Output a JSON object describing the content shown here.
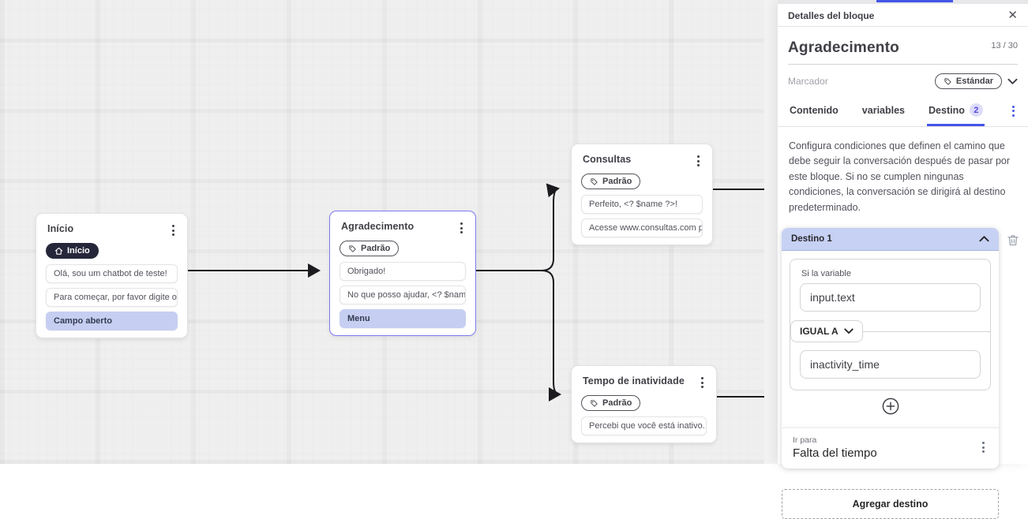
{
  "colors": {
    "accent": "#4355e9",
    "highlight_item": "#c6cff1",
    "selected_node_border": "#7c79ef",
    "destino_header_bg": "#c7d1f4",
    "edge": "#1b1b1f"
  },
  "canvas": {
    "nodes": [
      {
        "id": "inicio",
        "title": "Início",
        "badge": "Início",
        "items": [
          {
            "text": "Olá, sou um chatbot de teste!",
            "highlight": false
          },
          {
            "text": "Para começar, por favor digite o ...",
            "highlight": false
          },
          {
            "text": "Campo aberto",
            "highlight": true
          }
        ]
      },
      {
        "id": "agradecimento",
        "title": "Agradecimento",
        "badge": "Padrão",
        "selected": true,
        "items": [
          {
            "text": "Obrigado!",
            "highlight": false
          },
          {
            "text": "No que posso ajudar, <? $name ...",
            "highlight": false
          },
          {
            "text": "Menu",
            "highlight": true
          }
        ]
      },
      {
        "id": "consultas",
        "title": "Consultas",
        "badge": "Padrão",
        "items": [
          {
            "text": "Perfeito, <? $name ?>!",
            "highlight": false
          },
          {
            "text": "Acesse www.consultas.com par...",
            "highlight": false
          }
        ]
      },
      {
        "id": "tempo-de-inatividade",
        "title": "Tempo de inatividade",
        "badge": "Padrão",
        "items": [
          {
            "text": "Percebi que você está inativo. C...",
            "highlight": false
          }
        ]
      }
    ]
  },
  "panel": {
    "header": {
      "title": "Detalles del bloque"
    },
    "block": {
      "name": "Agradecimento",
      "counter": "13 / 30"
    },
    "marcador": {
      "label": "Marcador",
      "value": "Estándar"
    },
    "tabs": [
      {
        "label": "Contenido"
      },
      {
        "label": "variables"
      },
      {
        "label": "Destino",
        "badge": "2",
        "active": true
      }
    ],
    "description": "Configura condiciones que definen el camino que debe seguir la conversación después de pasar por este bloque. Si no se cumplen ningunas condiciones, la conversación se dirigirá al destino predeterminado.",
    "destination": {
      "header": "Destino 1",
      "condition": {
        "label": "Si la variable",
        "variable": "input.text",
        "operator": "IGUAL A",
        "value": "inactivity_time"
      },
      "goto": {
        "label": "Ir para",
        "value": "Falta del tiempo"
      }
    },
    "add_button": "Agregar destino"
  }
}
